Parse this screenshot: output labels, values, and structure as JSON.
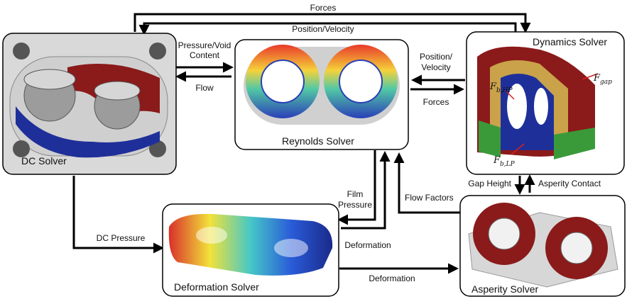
{
  "solvers": {
    "dc": "DC Solver",
    "reynolds": "Reynolds Solver",
    "dynamics": "Dynamics Solver",
    "deformation": "Deformation Solver",
    "asperity": "Asperity Solver"
  },
  "edges": {
    "forces_top": "Forces",
    "position_velocity_top": "Position/Velocity",
    "pressure_void_1": "Pressure/Void",
    "pressure_void_2": "Content",
    "flow": "Flow",
    "position_velocity_right_1": "Position/",
    "position_velocity_right_2": "Velocity",
    "forces_right": "Forces",
    "gap_height": "Gap Height",
    "asperity_contact": "Asperity Contact",
    "film_pressure_1": "Film",
    "film_pressure_2": "Pressure",
    "flow_factors": "Flow Factors",
    "deformation_up": "Deformation",
    "dc_pressure": "DC Pressure",
    "deformation_bottom": "Deformation"
  },
  "symbols": {
    "f_gap_base": "F",
    "f_gap_sub": "gap",
    "f_bhp_base": "F",
    "f_bhp_sub": "b,HP",
    "f_blp_base": "F",
    "f_blp_sub": "b,LP"
  },
  "colors": {
    "gear_red": "#8b1a1a",
    "gear_blue": "#1f2f9a",
    "plate_gold": "#c9a24a",
    "plate_green": "#3a9a3a",
    "housing_gray": "#bfbfbf"
  }
}
